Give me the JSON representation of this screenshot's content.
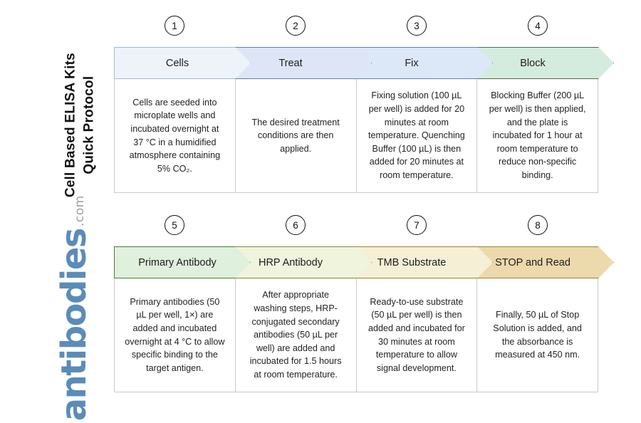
{
  "title": {
    "line1": "Cell Based ELISA Kits",
    "line2": "Quick Protocol"
  },
  "logo": {
    "word": "antibodies",
    "tld": ".com",
    "color": "#5b8cb8",
    "tld_color": "#9aa2a8"
  },
  "rows": [
    {
      "steps": [
        {
          "number": "1",
          "label": "Cells",
          "fill": "#eef3fa",
          "stroke": "#9fb8d4",
          "body": "Cells are seeded into microplate wells and incubated overnight at 37 °C in a humidified atmosphere containing 5% CO₂."
        },
        {
          "number": "2",
          "label": "Treat",
          "fill": "#dde5f6",
          "stroke": "#5c80ab",
          "body": "The desired treatment conditions are then applied."
        },
        {
          "number": "3",
          "label": "Fix",
          "fill": "#dce8f8",
          "stroke": "#5c80ab",
          "body": "Fixing solution (100 µL per well) is added for 20 minutes at room temperature. Quenching Buffer (100 µL) is then added for 20 minutes at room temperature."
        },
        {
          "number": "4",
          "label": "Block",
          "fill": "#d4ecdd",
          "stroke": "#4d6b52",
          "body": "Blocking Buffer (200 µL per well) is then applied, and the plate is incubated for 1 hour at room temperature to reduce non-specific binding."
        }
      ]
    },
    {
      "steps": [
        {
          "number": "5",
          "label": "Primary Antibody",
          "fill": "#dff0dc",
          "stroke": "#4f7a3c",
          "body": "Primary antibodies (50 µL per well, 1×) are added and incubated overnight at 4 °C to allow specific binding to the target antigen."
        },
        {
          "number": "6",
          "label": "HRP Antibody",
          "fill": "#f0f4dc",
          "stroke": "#8a8a32",
          "body": "After appropriate washing steps, HRP-conjugated secondary antibodies (50 µL per well) are added and incubated for 1.5 hours at room temperature."
        },
        {
          "number": "7",
          "label": "TMB Substrate",
          "fill": "#f5f0d5",
          "stroke": "#9a8437",
          "body": "Ready-to-use substrate (50 µL per well) is then added and incubated for 30 minutes at room temperature to allow signal development."
        },
        {
          "number": "8",
          "label": "STOP and Read",
          "fill": "#ecd9ac",
          "stroke": "#9a8437",
          "body": "Finally, 50 µL of Stop Solution is added, and the absorbance is measured at 450 nm."
        }
      ]
    }
  ]
}
